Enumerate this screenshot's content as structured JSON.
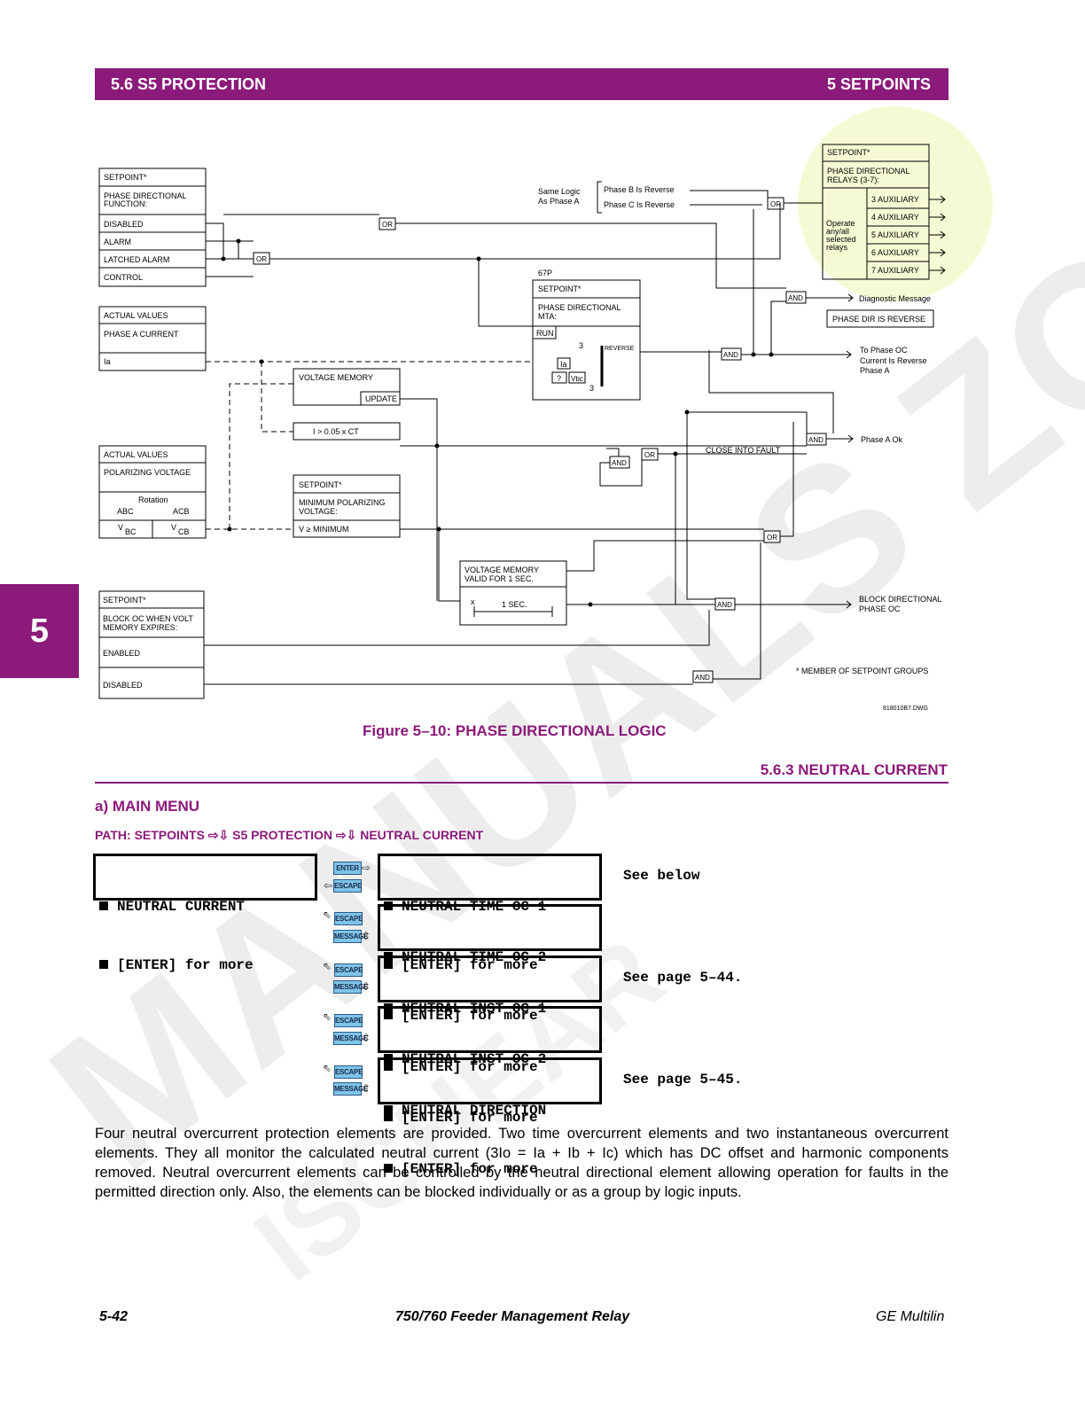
{
  "header": {
    "left": "5.6 S5 PROTECTION",
    "right": "5 SETPOINTS"
  },
  "side_tab": "5",
  "diagram": {
    "sp_func": {
      "star": "SETPOINT*",
      "title1": "PHASE DIRECTIONAL",
      "title2": "FUNCTION:",
      "opts": [
        "DISABLED",
        "ALARM",
        "LATCHED ALARM",
        "CONTROL"
      ]
    },
    "av_curr": {
      "title1": "ACTUAL VALUES",
      "title2": "PHASE A CURRENT",
      "sig": "Ia"
    },
    "av_pol": {
      "title1": "ACTUAL VALUES",
      "title2": "POLARIZING VOLTAGE",
      "rotation": "Rotation",
      "abc": "ABC",
      "acb": "ACB",
      "v": "V",
      "bc": "BC",
      "cb": "CB"
    },
    "sp_block": {
      "star": "SETPOINT*",
      "title1": "BLOCK OC WHEN VOLT",
      "title2": "MEMORY EXPIRES:",
      "opts": [
        "ENABLED",
        "DISABLED"
      ]
    },
    "vmem": {
      "title": "VOLTAGE MEMORY",
      "update": "UPDATE"
    },
    "icomp": "I > 0.05 x CT",
    "sp_minpol": {
      "star": "SETPOINT*",
      "title1": "MINIMUM POLARIZING",
      "title2": "VOLTAGE:",
      "cond": "V ≥ MINIMUM"
    },
    "vvalid": {
      "title1": "VOLTAGE MEMORY",
      "title2": "VALID FOR 1 SEC.",
      "x": "x",
      "sec": "1 SEC."
    },
    "mta": {
      "label": "67P",
      "star": "SETPOINT*",
      "title1": "PHASE DIRECTIONAL",
      "title2": "MTA:",
      "run": "RUN",
      "reverse": "REVERSE",
      "ia": "Ia",
      "vbc": "Vbc",
      "q": "?",
      "three": "3"
    },
    "same_logic1": "Same Logic",
    "same_logic2": "As Phase A",
    "phase_b": "Phase B Is Reverse",
    "phase_c": "Phase C Is Reverse",
    "relays": {
      "star": "SETPOINT*",
      "title1": "PHASE DIRECTIONAL",
      "title2": "RELAYS (3-7):",
      "op1": "Operate",
      "op2": "any/all",
      "op3": "selected",
      "op4": "relays",
      "list": [
        "3 AUXILIARY",
        "4 AUXILIARY",
        "5 AUXILIARY",
        "6 AUXILIARY",
        "7 AUXILIARY"
      ]
    },
    "diag": "Diagnostic Message",
    "phase_dir_rev": "PHASE DIR IS REVERSE",
    "to_oc1": "To Phase OC",
    "to_oc2": "Current Is Reverse",
    "to_oc3": "Phase A",
    "phase_a_ok": "Phase A Ok",
    "close_fault": "CLOSE INTO FAULT",
    "block1": "BLOCK DIRECTIONAL",
    "block2": "PHASE OC",
    "member": "* MEMBER OF SETPOINT GROUPS",
    "dwg": "818010B7.DWG",
    "or": "OR",
    "and": "AND"
  },
  "figure_caption": "Figure 5–10: PHASE DIRECTIONAL LOGIC",
  "section_title": "5.6.3 NEUTRAL CURRENT",
  "main_menu": "a) MAIN MENU",
  "path": "PATH: SETPOINTS ⇨⇩ S5 PROTECTION ⇨⇩ NEUTRAL CURRENT",
  "menu_left": {
    "line1": "NEUTRAL CURRENT",
    "line2": "[ENTER] for more"
  },
  "keys": {
    "enter": "ENTER",
    "escape": "ESCAPE",
    "message": "MESSAGE"
  },
  "menu_items": [
    {
      "line1": "NEUTRAL TIME OC 1",
      "line2": "[ENTER] for more",
      "note": "See below"
    },
    {
      "line1": "NEUTRAL TIME OC 2",
      "line2": "[ENTER] for more",
      "note": ""
    },
    {
      "line1": "NEUTRAL INST OC 1",
      "line2": "[ENTER] for more",
      "note": "See page 5–44."
    },
    {
      "line1": "NEUTRAL INST OC 2",
      "line2": "[ENTER] for more",
      "note": ""
    },
    {
      "line1": "NEUTRAL DIRECTION",
      "line2": "[ENTER] for more",
      "note": "See page 5–45."
    }
  ],
  "body_text": "Four neutral overcurrent protection elements are provided. Two time overcurrent elements and two instantaneous overcurrent elements. They all monitor the calculated neutral current (3Io = Ia + Ib + Ic) which has DC offset and harmonic components removed. Neutral overcurrent elements can be controlled by the neutral directional element allowing operation for faults in the permitted direction only. Also, the elements can be blocked individually or as a group by logic inputs.",
  "footer": {
    "left": "5-42",
    "center": "750/760 Feeder Management Relay",
    "right": "GE Multilin"
  },
  "watermark": "MANUALS ZONE",
  "watermark2": "ISCHEAR"
}
